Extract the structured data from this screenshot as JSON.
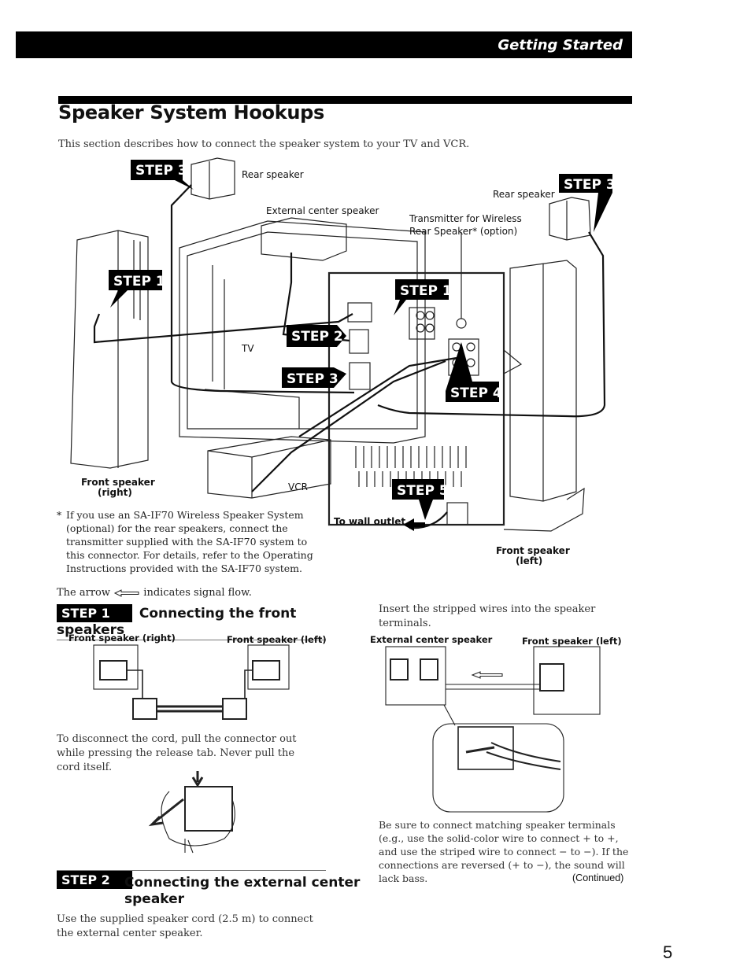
{
  "header": {
    "section_title": "Getting Started"
  },
  "page": {
    "title": "Speaker System Hookups",
    "intro": "This section describes how to connect the speaker system to your TV and VCR.",
    "number": "5"
  },
  "diagram": {
    "rear_speaker_left": "Rear speaker",
    "rear_speaker_right": "Rear speaker",
    "external_center_speaker": "External center speaker",
    "transmitter_line1": "Transmitter for Wireless",
    "transmitter_line2": "Rear Speaker* (option)",
    "tv": "TV",
    "vcr": "VCR",
    "front_right_line1": "Front speaker",
    "front_right_line2": "(right)",
    "front_left_line1": "Front speaker",
    "front_left_line2": "(left)",
    "wall_outlet": "To wall outlet",
    "step1": "STEP 1",
    "step2": "STEP 2",
    "step3": "STEP 3",
    "step4": "STEP 4",
    "step5": "STEP 5"
  },
  "footnote": {
    "mark": "*",
    "text": "If you use an SA-IF70 Wireless Speaker System (optional) for the rear speakers, connect the transmitter supplied with the SA-IF70 system to this connector. For details, refer to the Operating Instructions provided with the SA-IF70 system."
  },
  "arrow_note": {
    "before": "The arrow",
    "after": "indicates signal flow."
  },
  "step1": {
    "badge": "STEP 1",
    "heading": "Connecting the front speakers",
    "label_right": "Front speaker (right)",
    "label_left": "Front speaker (left)",
    "text": "To disconnect the cord, pull the connector out while pressing the release tab. Never pull the cord itself."
  },
  "step2": {
    "badge": "STEP 2",
    "heading_line1": "Connecting the external center",
    "heading_line2": "speaker",
    "text": "Use the supplied speaker cord (2.5 m) to connect the external center speaker."
  },
  "right_col": {
    "intro": "Insert the stripped wires into the speaker terminals.",
    "label_center": "External center speaker",
    "label_front_left": "Front speaker (left)",
    "text": "Be sure to connect matching speaker terminals (e.g., use the solid-color wire to connect + to +, and use the striped wire to connect − to −). If the connections are reversed (+ to −), the sound will lack bass.",
    "continued": "(Continued)"
  }
}
